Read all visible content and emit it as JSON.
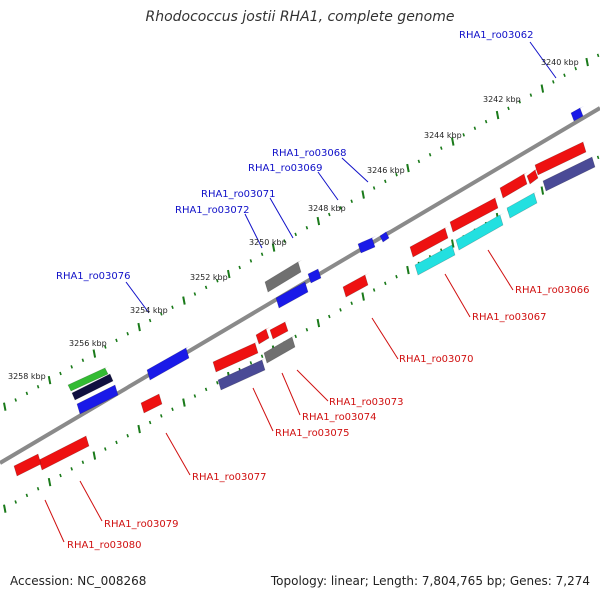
{
  "title": "Rhodococcus jostii RHA1, complete genome",
  "footer": {
    "accession": "Accession: NC_008268",
    "summary": "Topology: linear; Length: 7,804,765 bp; Genes: 7,274"
  },
  "colors": {
    "backbone": "#8a8a8a",
    "tick": "#1a7a1a",
    "label_upper": "#1010c8",
    "label_lower": "#d01010",
    "red": "#ee1111",
    "blue": "#1a1ae8",
    "gray": "#707070",
    "purple": "#4a4a96",
    "cyan": "#22e0e0",
    "green": "#33bb33"
  },
  "scale_labels": [
    "3240 kbp",
    "3242 kbp",
    "3244 kbp",
    "3246 kbp",
    "3248 kbp",
    "3250 kbp",
    "3252 kbp",
    "3254 kbp",
    "3256 kbp",
    "3258 kbp"
  ],
  "gene_labels_upper": [
    "RHA1_ro03062",
    "RHA1_ro03068",
    "RHA1_ro03069",
    "RHA1_ro03071",
    "RHA1_ro03072",
    "RHA1_ro03076"
  ],
  "gene_labels_lower": [
    "RHA1_ro03066",
    "RHA1_ro03067",
    "RHA1_ro03070",
    "RHA1_ro03073",
    "RHA1_ro03074",
    "RHA1_ro03075",
    "RHA1_ro03077",
    "RHA1_ro03079",
    "RHA1_ro03080"
  ]
}
